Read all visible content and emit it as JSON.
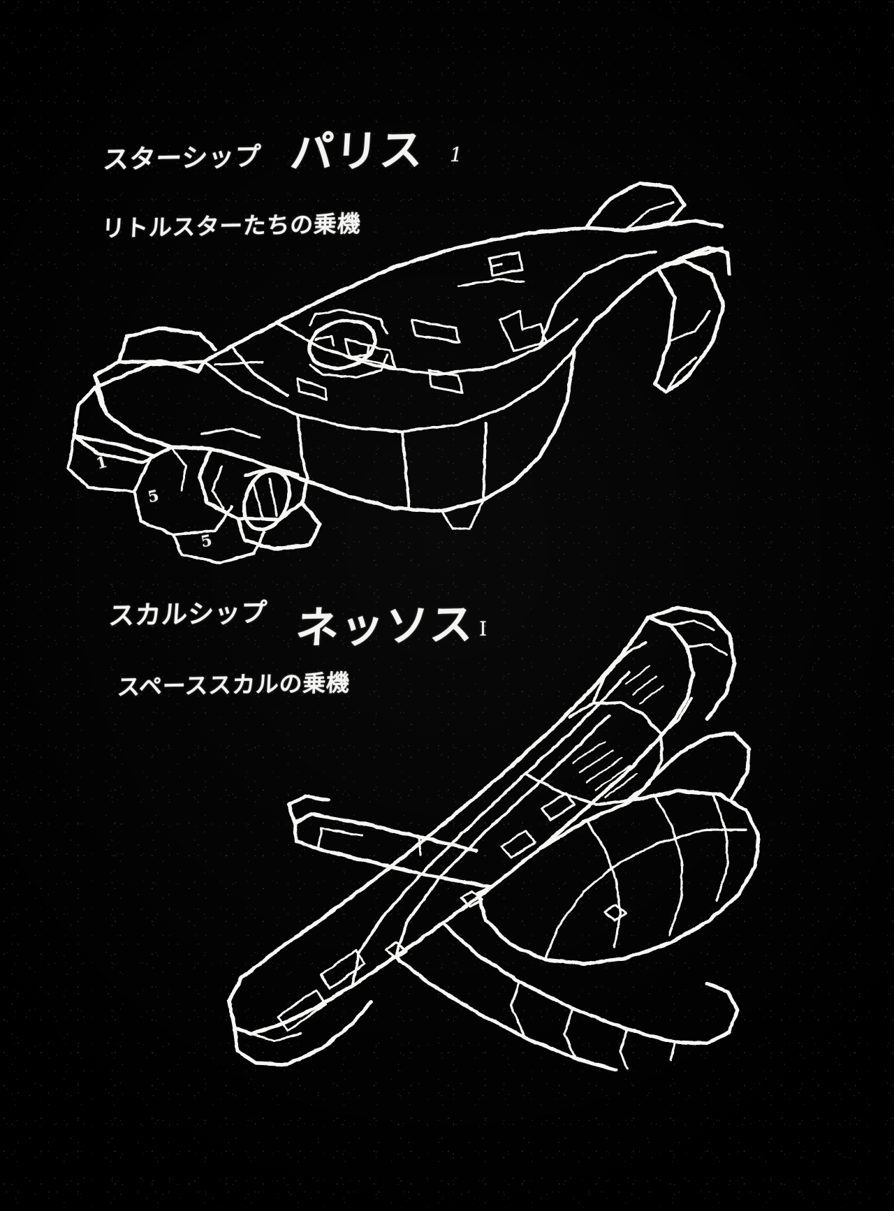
{
  "page": {
    "background_color": "#000000",
    "ink_color": "#f6f6f4",
    "media": "scanned-line-art",
    "caption_language": "ja"
  },
  "entries": [
    {
      "id": "paris",
      "class_prefix": "スターシップ",
      "ship_name": "パリス",
      "designation": "1",
      "subtitle": "リトルスターたちの乗機",
      "hull_markings": [
        "1",
        "5",
        "5"
      ]
    },
    {
      "id": "nessus",
      "class_prefix": "スカルシップ",
      "ship_name": "ネッソス",
      "designation": "I",
      "subtitle": "スペーススカルの乗機",
      "hull_markings": []
    }
  ]
}
